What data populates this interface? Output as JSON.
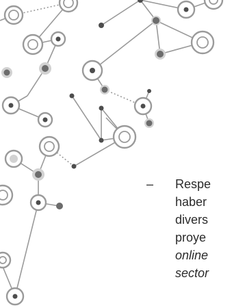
{
  "slide": {
    "bullet_symbol": "–",
    "lines": [
      "Respe",
      "haber",
      "divers",
      "proye",
      "online",
      "sector"
    ]
  },
  "decoration": {
    "icon": "network-graph-icon",
    "colors": {
      "line": "#9a9a9a",
      "node_dark": "#4d4d4d",
      "node_glow": "#d2d2d2"
    }
  }
}
